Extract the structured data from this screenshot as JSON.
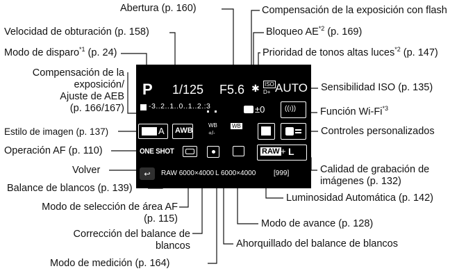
{
  "labels": {
    "aperture": "Abertura (p. 160)",
    "shutter": "Velocidad de obturación (p. 158)",
    "shoot_mode": "Modo de disparo",
    "shoot_mode_ref": " (p. 24)",
    "shoot_mode_note": "*1",
    "exp_comp_1": "Compensación de la",
    "exp_comp_2": "exposición/",
    "exp_comp_3": "Ajuste de AEB",
    "exp_comp_4": "(p. 166/167)",
    "picture_style": "Estilo de imagen (p. 137)",
    "af_operation": "Operación AF (p. 110)",
    "back": "Volver",
    "white_balance": "Balance de blancos (p. 139)",
    "af_area_1": "Modo de selección de área AF",
    "af_area_2": "(p. 115)",
    "wb_corr_1": "Corrección del balance de",
    "wb_corr_2": "blancos",
    "metering": "Modo de medición (p. 164)",
    "flash_comp": "Compensación de la exposición con flash",
    "ae_lock": "Bloqueo AE",
    "ae_lock_note": "*2",
    "ae_lock_ref": " (p. 169)",
    "highlight": "Prioridad de tonos altas luces",
    "highlight_note": "*2",
    "highlight_ref": " (p. 147)",
    "iso": "Sensibilidad ISO (p. 135)",
    "wifi": "Función Wi-Fi",
    "wifi_note": "*3",
    "custom_controls": "Controles personalizados",
    "quality_1": "Calidad de grabación de",
    "quality_2": "imágenes (p. 132)",
    "auto_lighting": "Luminosidad Automática (p. 142)",
    "drive": "Modo de avance (p. 128)",
    "wb_bracket": "Ahorquillado del balance de blancos"
  },
  "screen": {
    "mode": "P",
    "shutter": "1/125",
    "aperture": "F5.6",
    "ae_lock_symbol": "✱",
    "iso_label": "ISO",
    "highlight_symbol": "D+",
    "iso_value": "AUTO",
    "exp_scale": "-3..2..1..0..1..2.:3",
    "flash_value": "±0",
    "wifi_symbol": "((ı))",
    "picture_style": "A",
    "wb": "AWB",
    "wb_corr_top": "WB",
    "wb_corr_bottom": "+/-",
    "wb_bkt": "WB",
    "af_mode": "ONE SHOT",
    "raw_label": "RAW",
    "quality_suffix": "L",
    "bottom_raw": "RAW 6000×4000",
    "bottom_jpeg": "L 6000×4000",
    "shots": "[999]",
    "back_symbol": "↩"
  }
}
